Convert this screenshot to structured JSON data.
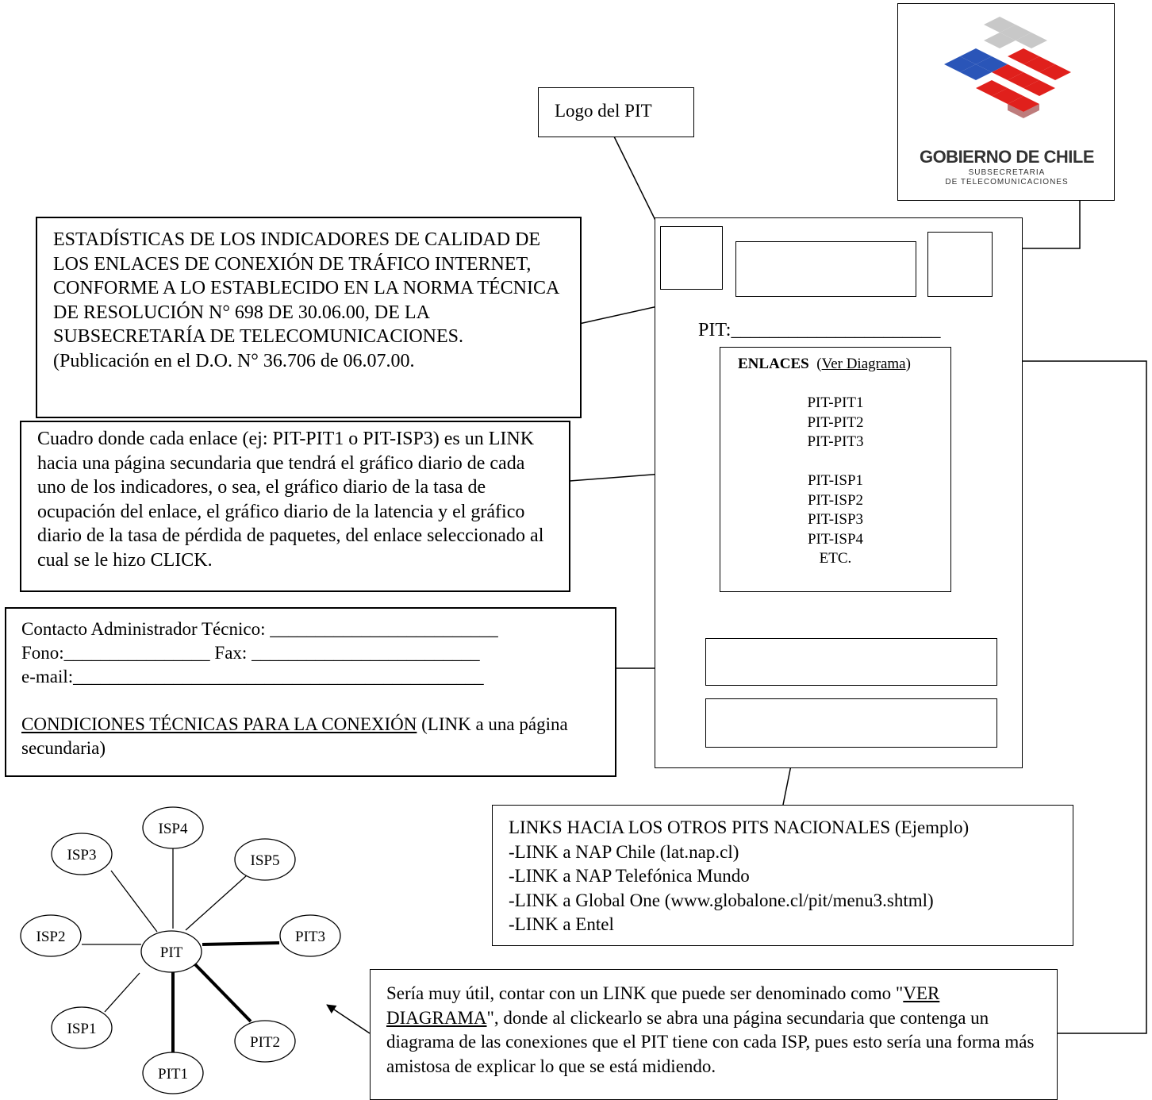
{
  "logo_callout": {
    "label": "Logo del PIT"
  },
  "gov_logo": {
    "line1": "GOBIERNO DE CHILE",
    "line2": "SUBSECRETARIA",
    "line3": "DE TELECOMUNICACIONES"
  },
  "stats_note": {
    "text": "ESTADÍSTICAS DE LOS INDICADORES DE CALIDAD DE LOS ENLACES DE CONEXIÓN DE TRÁFICO INTERNET, CONFORME A LO ESTABLECIDO EN LA NORMA TÉCNICA DE RESOLUCIÓN N° 698 DE 30.06.00, DE LA SUBSECRETARÍA DE TELECOMUNICACIONES. (Publicación en el D.O. N° 36.706 de 06.07.00."
  },
  "links_note": {
    "text": "Cuadro donde cada enlace (ej: PIT-PIT1 o PIT-ISP3) es un LINK hacia una página secundaria que tendrá el gráfico diario de cada uno de los indicadores, o sea, el gráfico diario de la tasa de ocupación del enlace, el gráfico diario de la latencia y el gráfico diario de la tasa de pérdida de paquetes, del enlace seleccionado al cual se le hizo CLICK."
  },
  "contact_note": {
    "line1": "Contacto Administrador Técnico: _________________________",
    "line2": "Fono:________________ Fax: _________________________",
    "line3": "e-mail:_____________________________________________",
    "conditions_link": "CONDICIONES TÉCNICAS PARA LA CONEXIÓN",
    "conditions_rest": " (LINK a una página secundaria)"
  },
  "mockup": {
    "pit_label": "PIT:______________________",
    "enlaces_title": "ENLACES",
    "ver_diagrama": "Ver Diagrama",
    "open_paren": "(",
    "close_paren": ")",
    "links_group1": [
      "PIT-PIT1",
      "PIT-PIT2",
      "PIT-PIT3"
    ],
    "links_group2": [
      "PIT-ISP1",
      "PIT-ISP2",
      "PIT-ISP3",
      "PIT-ISP4",
      "ETC."
    ]
  },
  "national_note": {
    "lines": [
      "LINKS HACIA LOS OTROS PITS NACIONALES (Ejemplo)",
      "-LINK a NAP Chile (lat.nap.cl)",
      "-LINK a NAP Telefónica Mundo",
      "-LINK a Global One (www.globalone.cl/pit/menu3.shtml)",
      "-LINK a Entel"
    ]
  },
  "diagram_note": {
    "part1": "Sería muy útil, contar con un LINK que puede ser denominado como \"",
    "link": "VER DIAGRAMA",
    "part2": "\", donde al clickearlo se abra una página secundaria que contenga un diagrama de las conexiones que el PIT tiene con cada ISP, pues esto sería una forma más amistosa de explicar lo que se está midiendo."
  },
  "network": {
    "center": "PIT",
    "nodes": [
      "ISP4",
      "ISP5",
      "ISP3",
      "ISP2",
      "PIT3",
      "ISP1",
      "PIT2",
      "PIT1"
    ]
  },
  "colors": {
    "line": "#000000",
    "logo_blue": "#2a55b8",
    "logo_red": "#e0201c",
    "logo_grey": "#c8c8c8"
  }
}
